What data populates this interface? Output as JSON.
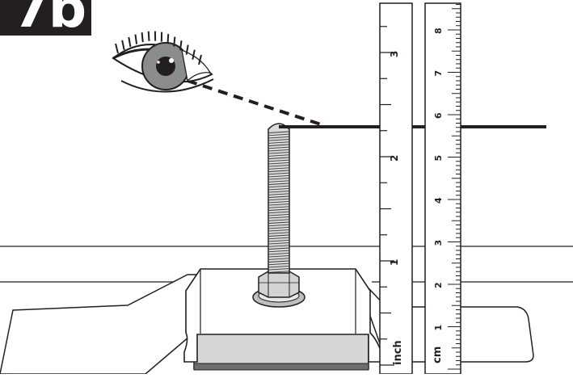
{
  "step_label": "7b",
  "ruler": {
    "inch_unit": "inch",
    "cm_unit": "cm",
    "inch_labels": [
      "1",
      "2",
      "3"
    ],
    "cm_labels": [
      "1",
      "2",
      "3",
      "4",
      "5",
      "6",
      "7",
      "8"
    ]
  }
}
